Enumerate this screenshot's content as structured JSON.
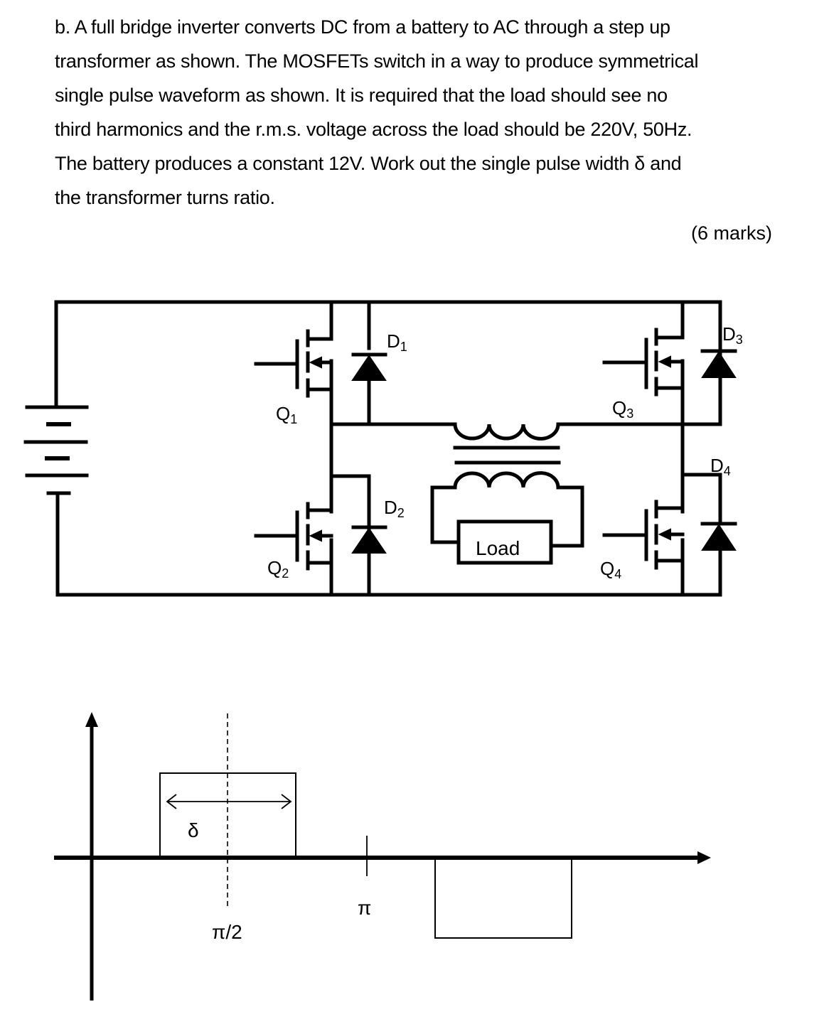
{
  "question": {
    "lines": [
      "b. A full bridge inverter converts DC from a battery to AC through a step up",
      "transformer as shown. The MOSFETs switch in a way to produce symmetrical",
      "single pulse waveform as shown. It is required that the load should see no",
      "third harmonics and the r.m.s. voltage across the load should be 220V, 50Hz.",
      "The battery produces a constant 12V. Work out the single pulse width δ and",
      "the transformer turns ratio."
    ],
    "marks": "(6 marks)"
  },
  "circuit": {
    "components": {
      "q1": {
        "letter": "Q",
        "sub": "1"
      },
      "q2": {
        "letter": "Q",
        "sub": "2"
      },
      "q3": {
        "letter": "Q",
        "sub": "3"
      },
      "q4": {
        "letter": "Q",
        "sub": "4"
      },
      "d1": {
        "letter": "D",
        "sub": "1"
      },
      "d2": {
        "letter": "D",
        "sub": "2"
      },
      "d3": {
        "letter": "D",
        "sub": "3"
      },
      "d4": {
        "letter": "D",
        "sub": "4"
      },
      "load": "Load"
    }
  },
  "waveform": {
    "delta_label": "δ",
    "half_pi_label": "π/2",
    "pi_label": "π"
  }
}
